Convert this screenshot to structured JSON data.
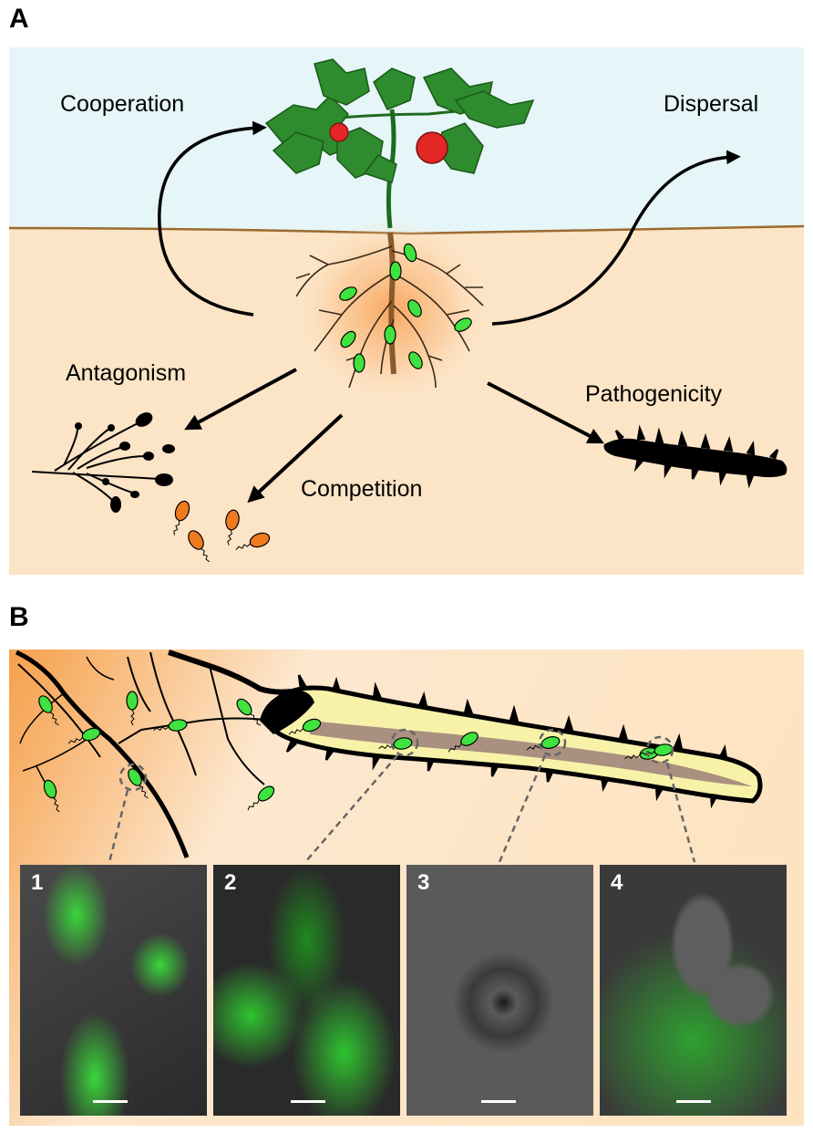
{
  "panel_a": {
    "letter": "A",
    "labels": {
      "cooperation": "Cooperation",
      "dispersal": "Dispersal",
      "antagonism": "Antagonism",
      "pathogenicity": "Pathogenicity",
      "competition": "Competition"
    }
  },
  "panel_b": {
    "letter": "B",
    "micrographs": [
      {
        "number": "1",
        "icon": "fluorescent-root-micrograph"
      },
      {
        "number": "2",
        "icon": "fluorescent-gut-micrograph"
      },
      {
        "number": "3",
        "icon": "phase-contrast-micrograph"
      },
      {
        "number": "4",
        "icon": "fluorescent-micrograph"
      }
    ]
  },
  "colors": {
    "sky": "#e6f5f7",
    "soil": "#fce4c6",
    "ground_line": "#9a6b2f",
    "bacteria": "#3fe23f",
    "competitor": "#f07a1e",
    "larva_body": "#f7f2a8",
    "larva_gut": "#a99080",
    "leaf": "#2e8b2e",
    "tomato": "#e32626"
  }
}
